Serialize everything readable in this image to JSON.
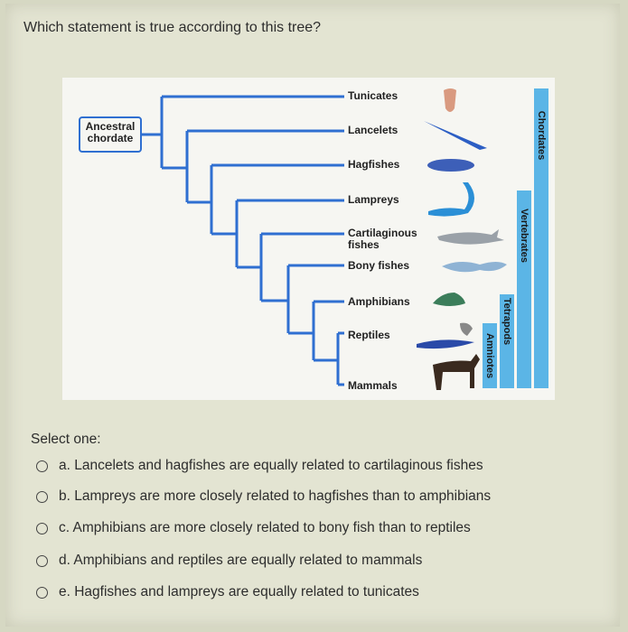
{
  "question": "Which statement is true according to this tree?",
  "ancestral_label": [
    "Ancestral",
    "chordate"
  ],
  "taxa": {
    "tunicates": "Tunicates",
    "lancelets": "Lancelets",
    "hagfishes": "Hagfishes",
    "lampreys": "Lampreys",
    "cartilaginous": [
      "Cartilaginous",
      "fishes"
    ],
    "bony_fishes": "Bony fishes",
    "amphibians": "Amphibians",
    "reptiles": "Reptiles",
    "mammals": "Mammals"
  },
  "clades": {
    "chordates": "Chordates",
    "vertebrates": "Vertebrates",
    "tetrapods": "Tetrapods",
    "amniotes": "Amniotes"
  },
  "colors": {
    "tree_line": "#2f6fd1",
    "clade_bar": "#5bb5e6"
  },
  "select_label": "Select one:",
  "options": [
    "a. Lancelets and hagfishes are equally related to cartilaginous fishes",
    "b. Lampreys are more closely related to hagfishes than to amphibians",
    "c. Amphibians are more closely related to bony fish than to reptiles",
    "d. Amphibians and reptiles are equally related to mammals",
    "e. Hagfishes and lampreys are equally related to tunicates"
  ]
}
